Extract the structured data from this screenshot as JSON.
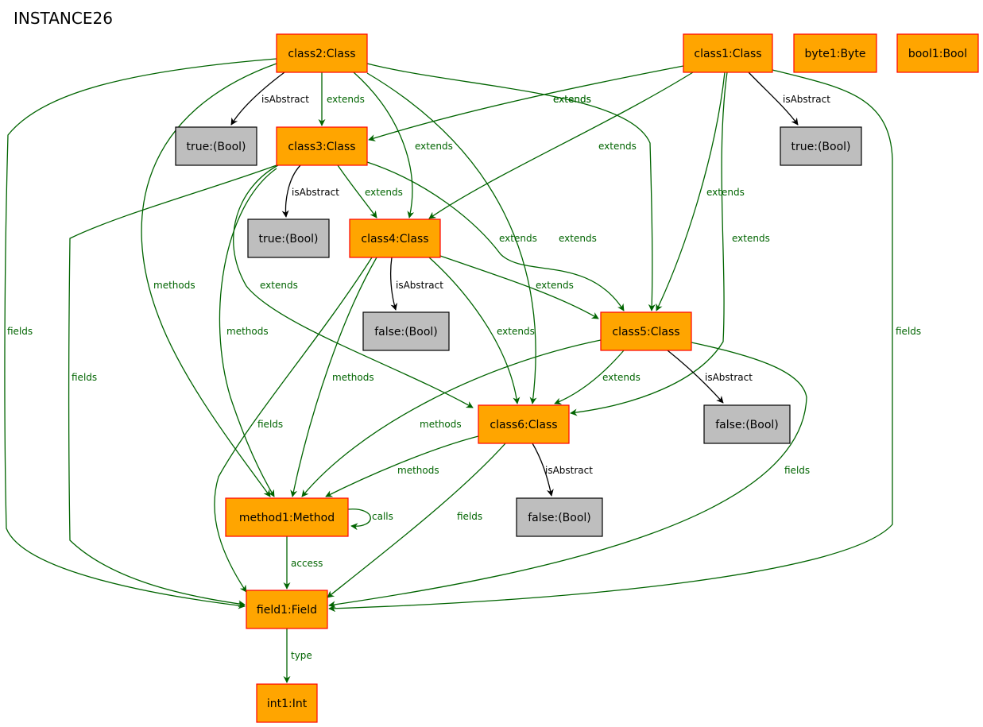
{
  "title": "INSTANCE26",
  "colors": {
    "object_fill": "#FFA500",
    "object_border": "#FF0000",
    "value_fill": "#BEBEBE",
    "value_border": "#000000",
    "reference_edge": "#006400",
    "attribute_edge": "#000000"
  },
  "nodes": [
    {
      "id": "class2",
      "label": "class2:Class",
      "kind": "object"
    },
    {
      "id": "class1",
      "label": "class1:Class",
      "kind": "object"
    },
    {
      "id": "byte1",
      "label": "byte1:Byte",
      "kind": "object"
    },
    {
      "id": "bool1",
      "label": "bool1:Bool",
      "kind": "object"
    },
    {
      "id": "v_true_a",
      "label": "true:(Bool)",
      "kind": "value"
    },
    {
      "id": "class3",
      "label": "class3:Class",
      "kind": "object"
    },
    {
      "id": "v_true_b",
      "label": "true:(Bool)",
      "kind": "value"
    },
    {
      "id": "v_true_c",
      "label": "true:(Bool)",
      "kind": "value"
    },
    {
      "id": "class4",
      "label": "class4:Class",
      "kind": "object"
    },
    {
      "id": "v_false_a",
      "label": "false:(Bool)",
      "kind": "value"
    },
    {
      "id": "class5",
      "label": "class5:Class",
      "kind": "object"
    },
    {
      "id": "v_false_b",
      "label": "false:(Bool)",
      "kind": "value"
    },
    {
      "id": "class6",
      "label": "class6:Class",
      "kind": "object"
    },
    {
      "id": "v_false_c",
      "label": "false:(Bool)",
      "kind": "value"
    },
    {
      "id": "method1",
      "label": "method1:Method",
      "kind": "object"
    },
    {
      "id": "field1",
      "label": "field1:Field",
      "kind": "object"
    },
    {
      "id": "int1",
      "label": "int1:Int",
      "kind": "object"
    }
  ],
  "edges": [
    {
      "from": "class2",
      "to": "v_true_a",
      "label": "isAbstract",
      "kind": "attribute"
    },
    {
      "from": "class2",
      "to": "class3",
      "label": "extends",
      "kind": "reference"
    },
    {
      "from": "class2",
      "to": "class4",
      "label": "extends",
      "kind": "reference"
    },
    {
      "from": "class2",
      "to": "class5",
      "label": "extends",
      "kind": "reference"
    },
    {
      "from": "class2",
      "to": "class6",
      "label": "extends",
      "kind": "reference"
    },
    {
      "from": "class2",
      "to": "method1",
      "label": "methods",
      "kind": "reference"
    },
    {
      "from": "class2",
      "to": "field1",
      "label": "fields",
      "kind": "reference"
    },
    {
      "from": "class1",
      "to": "v_true_b",
      "label": "isAbstract",
      "kind": "attribute"
    },
    {
      "from": "class1",
      "to": "class3",
      "label": "extends",
      "kind": "reference"
    },
    {
      "from": "class1",
      "to": "class4",
      "label": "extends",
      "kind": "reference"
    },
    {
      "from": "class1",
      "to": "class5",
      "label": "extends",
      "kind": "reference"
    },
    {
      "from": "class1",
      "to": "class6",
      "label": "extends",
      "kind": "reference"
    },
    {
      "from": "class1",
      "to": "field1",
      "label": "fields",
      "kind": "reference"
    },
    {
      "from": "class3",
      "to": "v_true_c",
      "label": "isAbstract",
      "kind": "attribute"
    },
    {
      "from": "class3",
      "to": "class4",
      "label": "extends",
      "kind": "reference"
    },
    {
      "from": "class3",
      "to": "class5",
      "label": "extends",
      "kind": "reference"
    },
    {
      "from": "class3",
      "to": "class6",
      "label": "extends",
      "kind": "reference"
    },
    {
      "from": "class3",
      "to": "method1",
      "label": "methods",
      "kind": "reference"
    },
    {
      "from": "class3",
      "to": "field1",
      "label": "fields",
      "kind": "reference"
    },
    {
      "from": "class4",
      "to": "v_false_a",
      "label": "isAbstract",
      "kind": "attribute"
    },
    {
      "from": "class4",
      "to": "class5",
      "label": "extends",
      "kind": "reference"
    },
    {
      "from": "class4",
      "to": "class6",
      "label": "extends",
      "kind": "reference"
    },
    {
      "from": "class4",
      "to": "method1",
      "label": "methods",
      "kind": "reference"
    },
    {
      "from": "class4",
      "to": "field1",
      "label": "fields",
      "kind": "reference"
    },
    {
      "from": "class5",
      "to": "v_false_b",
      "label": "isAbstract",
      "kind": "attribute"
    },
    {
      "from": "class5",
      "to": "class6",
      "label": "extends",
      "kind": "reference"
    },
    {
      "from": "class5",
      "to": "method1",
      "label": "methods",
      "kind": "reference"
    },
    {
      "from": "class5",
      "to": "field1",
      "label": "fields",
      "kind": "reference"
    },
    {
      "from": "class6",
      "to": "v_false_c",
      "label": "isAbstract",
      "kind": "attribute"
    },
    {
      "from": "class6",
      "to": "method1",
      "label": "methods",
      "kind": "reference"
    },
    {
      "from": "class6",
      "to": "field1",
      "label": "fields",
      "kind": "reference"
    },
    {
      "from": "method1",
      "to": "method1",
      "label": "calls",
      "kind": "reference"
    },
    {
      "from": "method1",
      "to": "field1",
      "label": "access",
      "kind": "reference"
    },
    {
      "from": "field1",
      "to": "int1",
      "label": "type",
      "kind": "reference"
    }
  ]
}
